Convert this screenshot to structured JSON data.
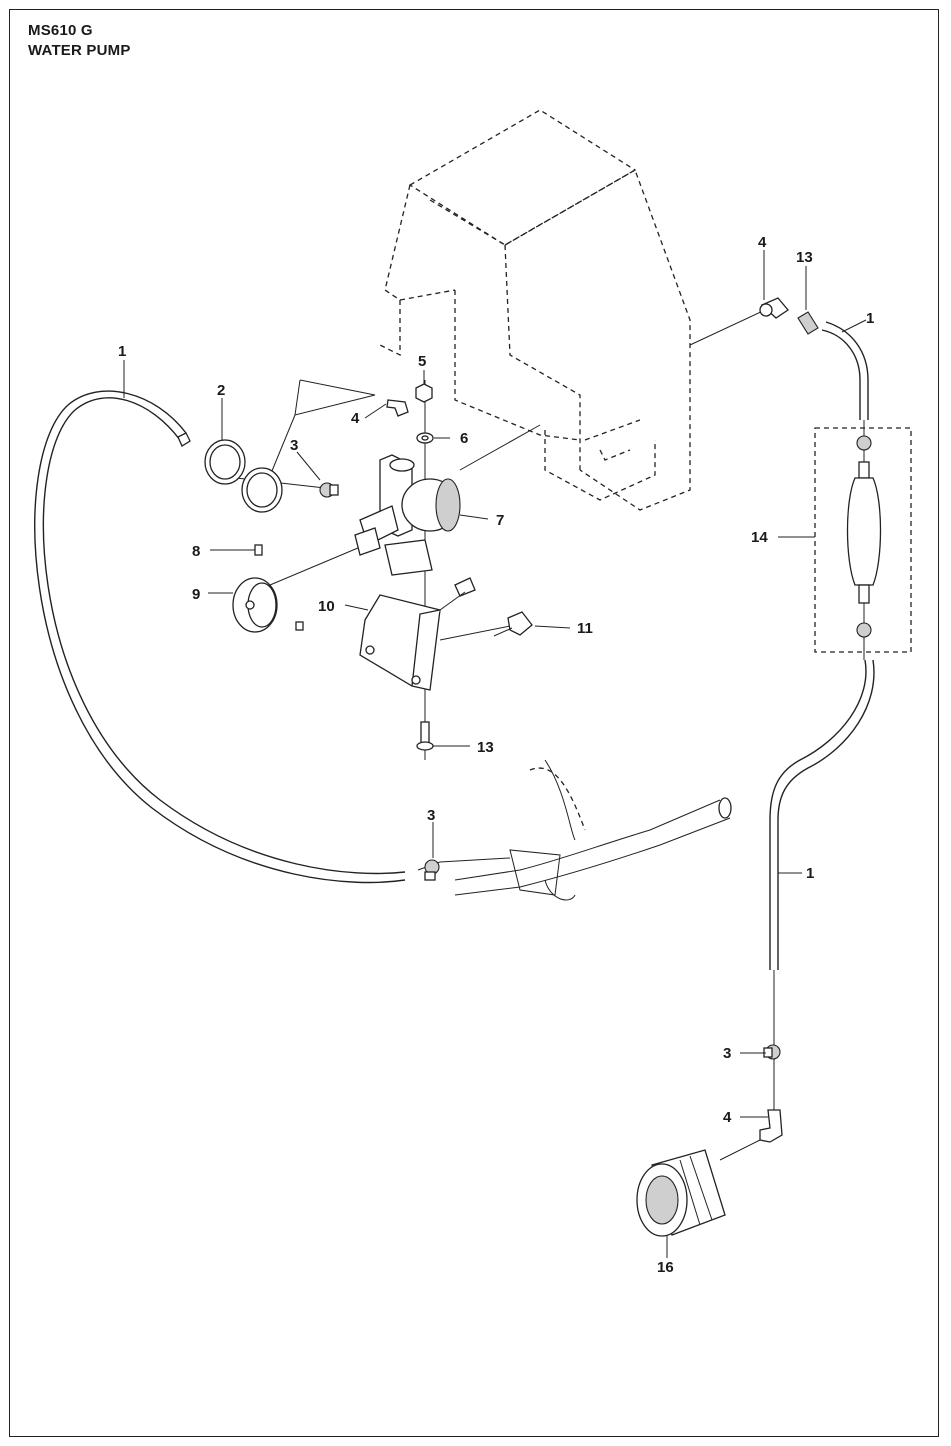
{
  "header": {
    "model": "MS610 G",
    "section": "WATER PUMP"
  },
  "callouts": [
    {
      "id": "c1a",
      "label": "1"
    },
    {
      "id": "c2",
      "label": "2"
    },
    {
      "id": "c3a",
      "label": "3"
    },
    {
      "id": "c4a",
      "label": "4"
    },
    {
      "id": "c5",
      "label": "5"
    },
    {
      "id": "c6",
      "label": "6"
    },
    {
      "id": "c7",
      "label": "7"
    },
    {
      "id": "c8",
      "label": "8"
    },
    {
      "id": "c9",
      "label": "9"
    },
    {
      "id": "c10",
      "label": "10"
    },
    {
      "id": "c11",
      "label": "11"
    },
    {
      "id": "c13a",
      "label": "13"
    },
    {
      "id": "c3b",
      "label": "3"
    },
    {
      "id": "c4b",
      "label": "4"
    },
    {
      "id": "c13b",
      "label": "13"
    },
    {
      "id": "c1b",
      "label": "1"
    },
    {
      "id": "c14",
      "label": "14"
    },
    {
      "id": "c1c",
      "label": "1"
    },
    {
      "id": "c3c",
      "label": "3"
    },
    {
      "id": "c4c",
      "label": "4"
    },
    {
      "id": "c16",
      "label": "16"
    }
  ]
}
